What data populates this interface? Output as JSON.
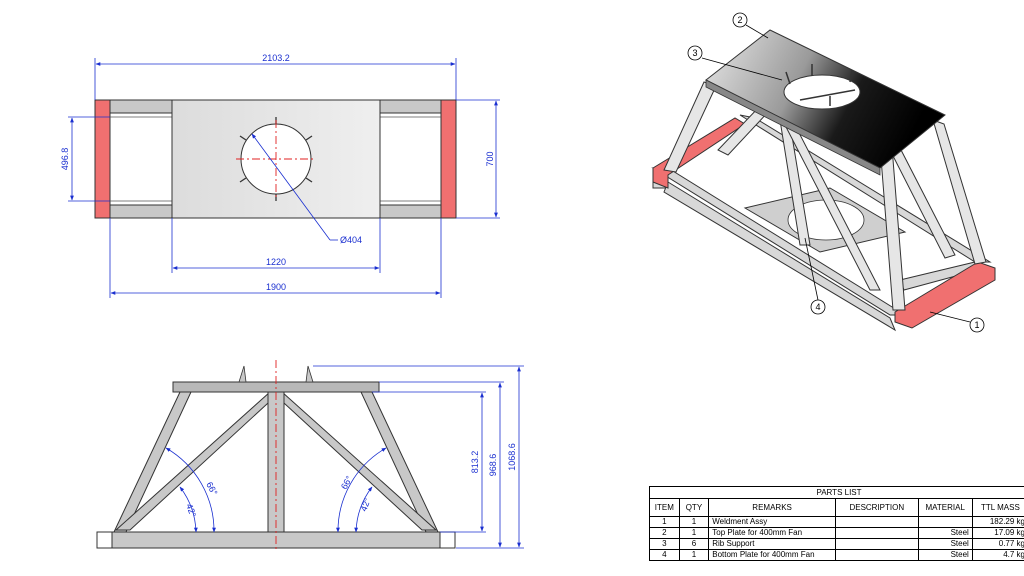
{
  "top_view": {
    "dim_overall_width": "2103.2",
    "dim_inner_height": "496.8",
    "dim_overall_depth": "700",
    "dim_hole_diameter": "Ø404",
    "dim_plate_width": "1220",
    "dim_frame_width": "1900"
  },
  "front_view": {
    "dim_angle_outer_left": "66°",
    "dim_angle_inner_left": "42°",
    "dim_angle_outer_right": "66°",
    "dim_angle_inner_right": "42°",
    "dim_height_1": "813.2",
    "dim_height_2": "968.6",
    "dim_height_3": "1068.6"
  },
  "iso_view": {
    "balloons": [
      "1",
      "2",
      "3",
      "4"
    ]
  },
  "parts_list": {
    "title": "PARTS LIST",
    "headers": [
      "ITEM",
      "QTY",
      "REMARKS",
      "DESCRIPTION",
      "MATERIAL",
      "TTL MASS"
    ],
    "rows": [
      {
        "item": "1",
        "qty": "1",
        "remarks": "Weldment Assy",
        "description": "",
        "material": "",
        "mass": "182.29 kg"
      },
      {
        "item": "2",
        "qty": "1",
        "remarks": "Top Plate for 400mm Fan",
        "description": "",
        "material": "Steel",
        "mass": "17.09 kg"
      },
      {
        "item": "3",
        "qty": "6",
        "remarks": "Rib Support",
        "description": "",
        "material": "Steel",
        "mass": "0.77 kg"
      },
      {
        "item": "4",
        "qty": "1",
        "remarks": "Bottom Plate for 400mm Fan",
        "description": "",
        "material": "Steel",
        "mass": "4.7 kg"
      }
    ]
  },
  "colors": {
    "dimension": "#1a2fd0",
    "highlight": "#f07070",
    "centerline": "#e02020"
  }
}
